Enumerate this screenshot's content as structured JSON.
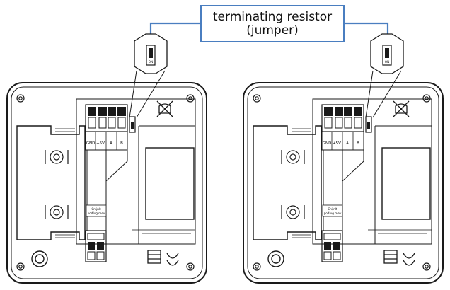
{
  "callout": {
    "line1": "terminating resistor",
    "line2": "(jumper)"
  },
  "zoom_label": "ON",
  "terminal_labels": [
    "GND",
    "+5V",
    "A",
    "B"
  ],
  "chip_label_line1": "Cnijnlt",
  "chip_label_line2": "podlug.mev",
  "colors": {
    "callout_border": "#4a7ec0",
    "leader_line": "#4a7ec0",
    "drawing": "#1a1a1a"
  }
}
